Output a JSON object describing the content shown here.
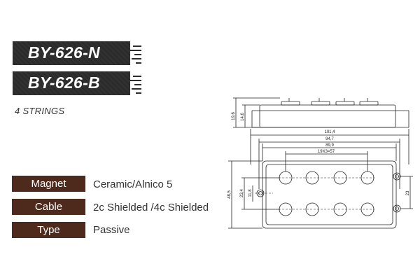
{
  "models": [
    {
      "name": "BY-626-N"
    },
    {
      "name": "BY-626-B"
    }
  ],
  "strings": "4 STRINGS",
  "specs": [
    {
      "label": "Magnet",
      "value": "Ceramic/Alnico 5"
    },
    {
      "label": "Cable",
      "value": "2c Shielded /4c Shielded"
    },
    {
      "label": "Type",
      "value": "Passive"
    }
  ],
  "dimensions": {
    "side_total_height": "19,6",
    "side_body_height": "14,6",
    "overall_length": "101,4",
    "mount_spacing": "94,7",
    "body_length": "89,9",
    "pole_spacing": "19X3=57",
    "overall_width": "48,5",
    "pole_row_offset": "23,4",
    "pole_center_offset": "11,8",
    "mount_vertical": "23"
  },
  "colors": {
    "tag_background": "#2b2b2b",
    "spec_label_background": "#4e2a1c",
    "text": "#333333"
  }
}
